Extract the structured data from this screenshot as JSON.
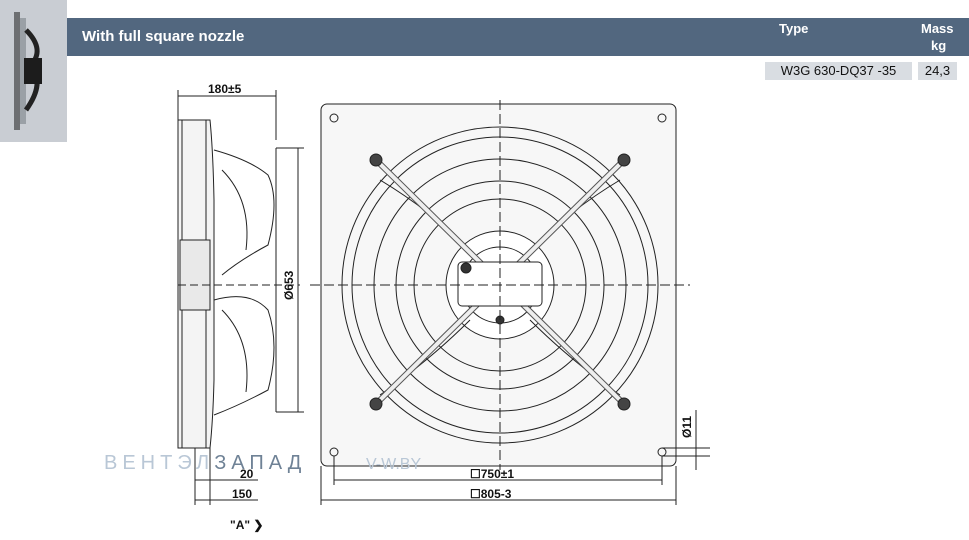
{
  "header": {
    "title": "With full square nozzle",
    "type_label": "Type",
    "mass_label": "Mass",
    "mass_unit": "kg"
  },
  "product": {
    "type": "W3G 630-DQ37 -35",
    "mass": "24,3"
  },
  "dimensions": {
    "depth": "180±5",
    "diameter": "Ø653",
    "flange": "20",
    "base_depth": "150",
    "hole_diameter": "Ø11",
    "hole_spacing": "☐750±1",
    "overall_width": "☐805-3"
  },
  "view_label": "\"A\" ❯",
  "watermark": {
    "text_light": "ВЕНТЭЛ",
    "text_dark": "ЗАПАД",
    "url": "V-W.BY"
  },
  "colors": {
    "header_bg": "#52677f",
    "cell_bg": "#d9dde2",
    "line": "#222222"
  }
}
